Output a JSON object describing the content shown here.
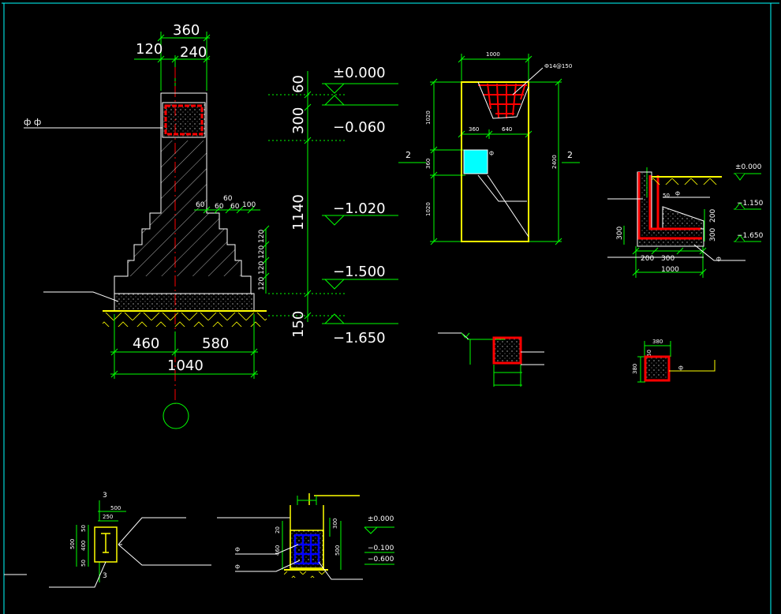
{
  "colors": {
    "background": "#000000",
    "dimension": "#00ff00",
    "outline": "#ffffff",
    "rebar": "#ff0000",
    "centerline": "#ff0000",
    "ground": "#ffff00",
    "frame": "#00ffff",
    "blue_rebar": "#0000ff",
    "cyan_fill": "#00ffff"
  },
  "footing_section": {
    "top_dims": {
      "overall": "360",
      "left": "120",
      "right": "240"
    },
    "step_dims": {
      "a": "60",
      "b": "60",
      "c": "60",
      "d": "60",
      "e": "100"
    },
    "rise_dims": [
      "120",
      "120",
      "120",
      "120"
    ],
    "bottom_dims": {
      "left": "460",
      "right": "580",
      "total": "1040"
    },
    "rebar_label": "ф ф",
    "axis_label": ""
  },
  "elevation_scale": {
    "dims": [
      "60",
      "300",
      "1140",
      "150"
    ],
    "levels": [
      "±0.000",
      "−0.060",
      "−1.020",
      "−1.500",
      "−1.650"
    ]
  },
  "pit_plan": {
    "width": "1000",
    "rebar_note": "Ф14@150",
    "left_split": {
      "a": "360",
      "b": "640"
    },
    "vertical_dims": [
      "1020",
      "360",
      "1020"
    ],
    "height": "2400",
    "section_marks": [
      "2",
      "2"
    ],
    "opening_label": "ф"
  },
  "wall_section": {
    "rebar_label": "50",
    "bar_mark": "ф",
    "levels": [
      "±0.000",
      "−1.150",
      "−1.650"
    ],
    "dims_right": [
      "200",
      "300"
    ],
    "dim_left": "300",
    "bottom_dims": {
      "a": "200",
      "b": "300",
      "total": "1000"
    },
    "bottom_rebar": "ф"
  },
  "small_section_b": {
    "width": "380",
    "height": "380",
    "cover": "50",
    "rebar_mark": "ф"
  },
  "bottom_left_detail": {
    "marks": [
      "3",
      "3"
    ],
    "top_dims": {
      "overall": "500",
      "inner": "250"
    },
    "left_dims": [
      "50",
      "400",
      "50"
    ],
    "left_overall": "500"
  },
  "bottom_mid_detail": {
    "rebar_labels": [
      "ф",
      "ф"
    ],
    "dims_left": [
      "20",
      "460"
    ],
    "dims_right": [
      "300",
      "500"
    ],
    "levels": [
      "±0.000",
      "−0.100",
      "−0.600"
    ]
  }
}
